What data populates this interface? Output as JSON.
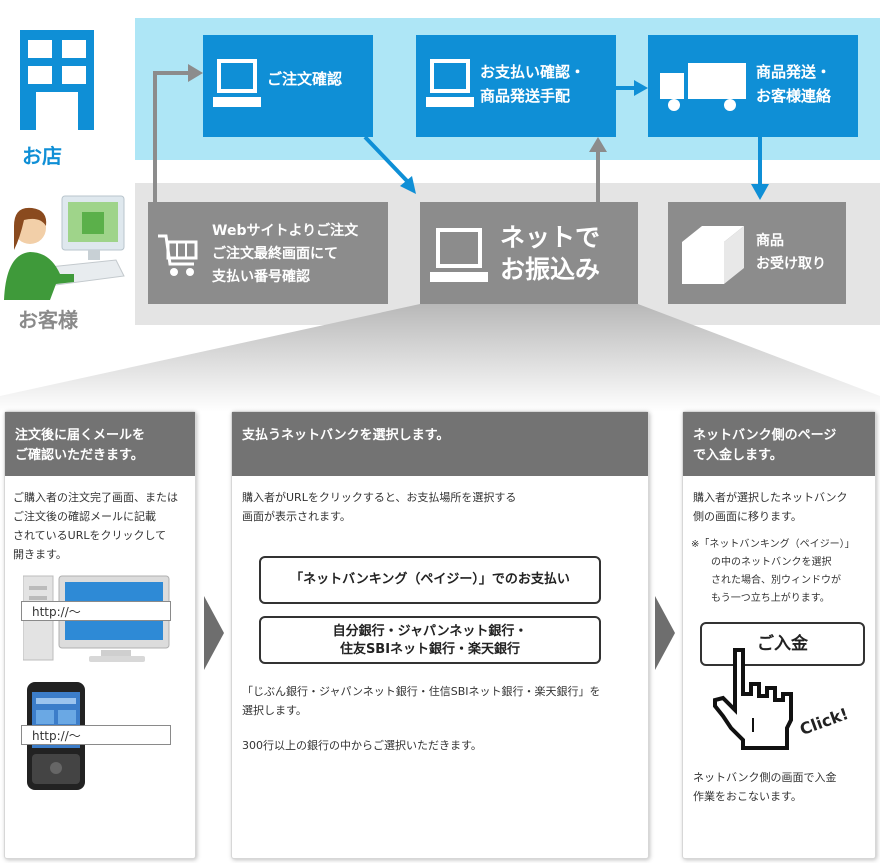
{
  "actors": {
    "shop_label": "お店",
    "customer_label": "お客様"
  },
  "flow": {
    "order_confirm": "ご注文確認",
    "payment_confirm": [
      "お支払い確認・",
      "商品発送手配"
    ],
    "ship_contact": [
      "商品発送・",
      "お客様連絡"
    ],
    "web_order": [
      "Webサイトよりご注文",
      "ご注文最終画面にて",
      "支払い番号確認"
    ],
    "net_transfer": [
      "ネットで",
      "お振込み"
    ],
    "receive": [
      "商品",
      "お受け取り"
    ]
  },
  "steps": [
    {
      "heading": [
        "注文後に届くメールを",
        "ご確認いただきます。"
      ],
      "body": [
        "ご購入者の注文完了画面、または",
        "ご注文後の確認メールに記載",
        "されているURLをクリックして",
        "開きます。"
      ],
      "url_pc": "http://～",
      "url_mobile": "http://～"
    },
    {
      "heading": [
        "支払うネットバンクを選択します。"
      ],
      "body": [
        "購入者がURLをクリックすると、お支払場所を選択する",
        "画面が表示されます。"
      ],
      "option1": "「ネットバンキング（ペイジー）」でのお支払い",
      "option2": [
        "自分銀行・ジャパンネット銀行・",
        "住友SBIネット銀行・楽天銀行"
      ],
      "note1": [
        "「じぶん銀行・ジャパンネット銀行・住信SBIネット銀行・楽天銀行」を",
        "選択します。"
      ],
      "note2": "300行以上の銀行の中からご選択いただきます。"
    },
    {
      "heading": [
        "ネットバンク側のページ",
        "で入金します。"
      ],
      "body": [
        "購入者が選択したネットバンク",
        "側の画面に移ります。"
      ],
      "remark": [
        "※「ネットバンキング（ペイジー）」",
        "の中のネットバンクを選択",
        "された場合、別ウィンドウが",
        "もう一つ立ち上がります。"
      ],
      "deposit_button": "ご入金",
      "click_label": "Click!",
      "footer": [
        "ネットバンク側の画面で入金",
        "作業をおこないます。"
      ]
    }
  ],
  "colors": {
    "blue": "#0f8fd6",
    "light_blue": "#aee6f6",
    "grey_box": "#8c8c8c",
    "grey_band": "#e4e4e4",
    "panel_head": "#737373"
  }
}
